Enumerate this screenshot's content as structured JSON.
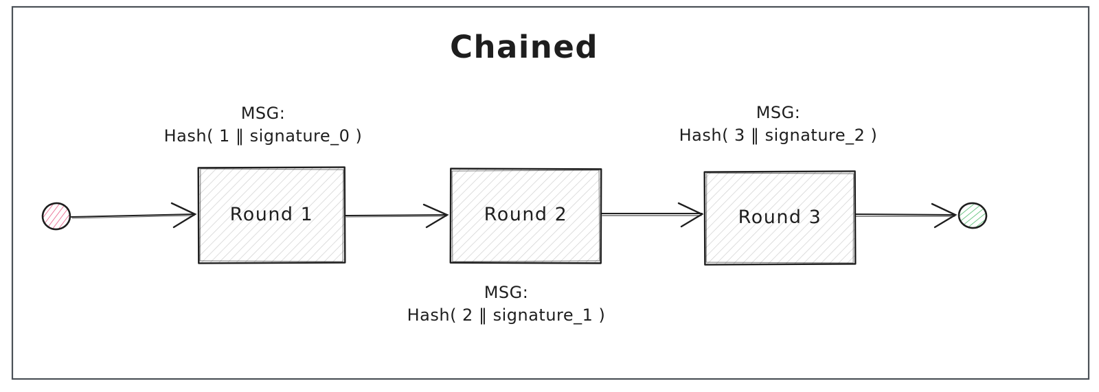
{
  "colors": {
    "ink": "#1e1e1e",
    "frame": "#4a5056",
    "box_hatch": "#cfcfcf",
    "start_hatch": "#e8638c",
    "end_hatch": "#56bf72"
  },
  "diagram": {
    "title": "Chained",
    "boxes": [
      {
        "label": "Round 1"
      },
      {
        "label": "Round 2"
      },
      {
        "label": "Round 3"
      }
    ],
    "messages": [
      {
        "heading": "MSG:",
        "value": "Hash( 1 ‖ signature_0 )",
        "position": "above Round 1"
      },
      {
        "heading": "MSG:",
        "value": "Hash( 2 ‖ signature_1 )",
        "position": "below Round 2"
      },
      {
        "heading": "MSG:",
        "value": "Hash( 3 ‖ signature_2 )",
        "position": "above Round 3"
      }
    ],
    "terminals": [
      {
        "name": "start",
        "shape": "hatched-circle",
        "color": "#e8638c"
      },
      {
        "name": "end",
        "shape": "hatched-circle",
        "color": "#56bf72"
      }
    ]
  }
}
